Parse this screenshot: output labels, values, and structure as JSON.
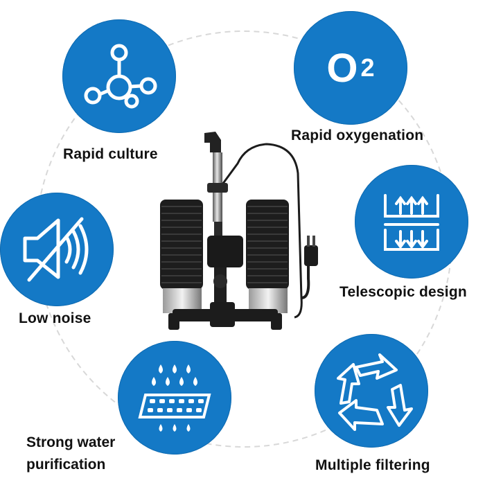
{
  "features": [
    {
      "id": "rapid-culture",
      "label": "Rapid culture",
      "icon": "molecule-icon"
    },
    {
      "id": "rapid-oxygenation",
      "label": "Rapid oxygenation",
      "icon": "o2-icon",
      "icon_text": "O",
      "icon_sub": "2"
    },
    {
      "id": "telescopic-design",
      "label": "Telescopic design",
      "icon": "telescopic-arrows-icon"
    },
    {
      "id": "low-noise",
      "label": "Low noise",
      "icon": "muted-speaker-icon"
    },
    {
      "id": "strong-water-purification",
      "label_lines": [
        "Strong water",
        "purification"
      ],
      "icon": "water-drops-filter-icon"
    },
    {
      "id": "multiple-filtering",
      "label": "Multiple filtering",
      "icon": "recycle-arrows-icon"
    }
  ],
  "colors": {
    "circle": "#1479c6",
    "text": "#111111",
    "ring": "#d8d8d8",
    "product": "#1c1c1c"
  },
  "product": {
    "icon": "sponge-filter-product-image"
  }
}
